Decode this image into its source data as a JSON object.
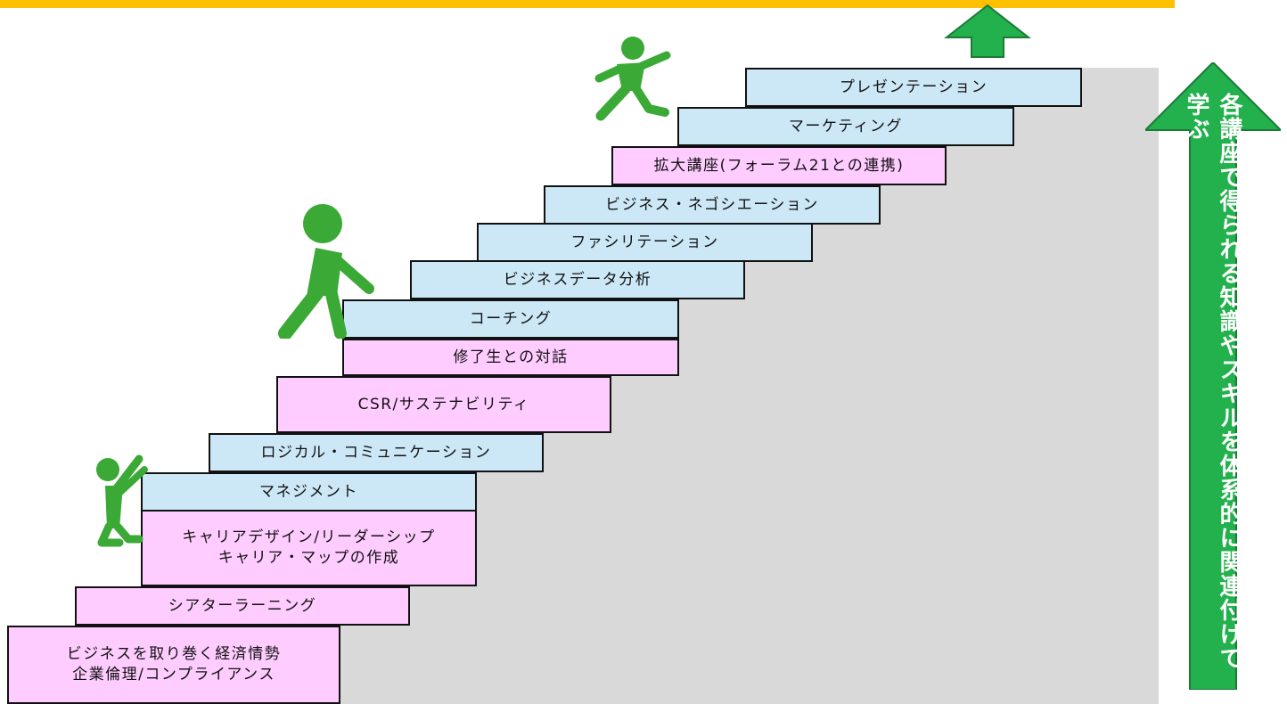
{
  "colors": {
    "blue_step": "#cce8f7",
    "pink_step": "#ffccff",
    "arrow_green": "#22b14c",
    "figure_green": "#3aa935",
    "top_bar": "#ffc000",
    "backdrop": "#d9d9d9"
  },
  "steps": [
    {
      "lines": [
        "ビジネスを取り巻く経済情勢",
        "企業倫理/コンプライアンス"
      ],
      "color": "pink"
    },
    {
      "lines": [
        "シアターラーニング"
      ],
      "color": "pink"
    },
    {
      "lines": [
        "キャリアデザイン/リーダーシップ",
        "キャリア・マップの作成"
      ],
      "color": "pink"
    },
    {
      "lines": [
        "マネジメント"
      ],
      "color": "blue"
    },
    {
      "lines": [
        "ロジカル・コミュニケーション"
      ],
      "color": "blue"
    },
    {
      "lines": [
        "CSR/サステナビリティ"
      ],
      "color": "pink"
    },
    {
      "lines": [
        "修了生との対話"
      ],
      "color": "pink"
    },
    {
      "lines": [
        "コーチング"
      ],
      "color": "blue"
    },
    {
      "lines": [
        "ビジネスデータ分析"
      ],
      "color": "blue"
    },
    {
      "lines": [
        "ファシリテーション"
      ],
      "color": "blue"
    },
    {
      "lines": [
        "ビジネス・ネゴシエーション"
      ],
      "color": "blue"
    },
    {
      "lines": [
        "拡大講座(フォーラム21との連携)"
      ],
      "color": "pink"
    },
    {
      "lines": [
        "マーケティング"
      ],
      "color": "blue"
    },
    {
      "lines": [
        "プレゼンテーション"
      ],
      "color": "blue"
    }
  ],
  "arrow": {
    "label": "各講座で得られる知識やスキルを体系的に関連付けて学ぶ",
    "icon": "up-arrow-icon"
  },
  "top_arrow": {
    "icon": "up-arrow-icon"
  },
  "figures": [
    {
      "icon": "climbing-person-icon"
    },
    {
      "icon": "walking-person-icon"
    },
    {
      "icon": "running-person-icon"
    }
  ]
}
